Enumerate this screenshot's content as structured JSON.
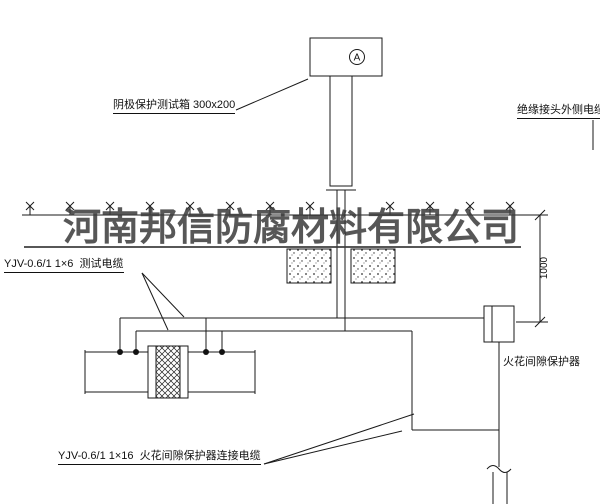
{
  "drawing": {
    "watermark": "河南邦信防腐材料有限公司",
    "labels": {
      "test_box": "阴极保护测试箱 300x200",
      "insulated_joint_cable": "绝缘接头外侧电缆",
      "test_cable": "YJV-0.6/1 1×6  测试电缆",
      "spark_gap_protector": "火花间隙保护器",
      "spark_gap_cable": "YJV-0.6/1 1×16  火花间隙保护器连接电缆",
      "dimension_depth": "1000",
      "meter_symbol": "A"
    },
    "colors": {
      "line": "#1a1a1a",
      "watermark": "#3a3a3a",
      "background": "#ffffff"
    }
  }
}
